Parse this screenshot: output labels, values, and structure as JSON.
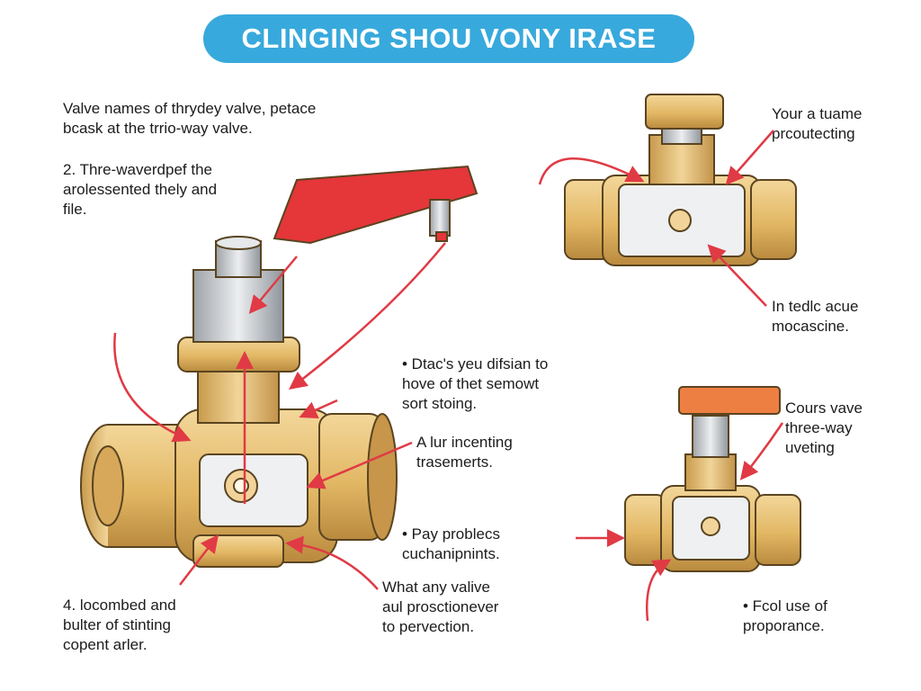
{
  "title": "CLINGING SHOU VONY IRASE",
  "colors": {
    "title_bg": "#38a9dc",
    "brass": "#e7bf72",
    "brass_dark": "#b98a3e",
    "steel": "#c9ccd0",
    "handle_red": "#e5363a",
    "handle_orange": "#ee7f42",
    "arrow": "#e03a45"
  },
  "labels": {
    "intro": "Valve names of thrydey valve, petace\nbcask at the trrio-way valve.",
    "item2": "2. Thre-waverdpef the\narolessented thely and\nfile.",
    "item4": "4. locombed and\nbulter of stinting\ncopent arler.",
    "mid1": "• Dtac's yeu difsian to\nhove of thet semowt\nsort stoing.",
    "mid2": "A lur incenting\ntrasemerts.",
    "mid3": "• Pay problecs\ncuchanipnints.",
    "mid4": "What any valive\naul prosctionever\nto pervection.",
    "tr1": "Your a tuame\nprcoutecting",
    "tr2": "In tedlc acue\nmocascine.",
    "br1": "Cours vave\nthree-way\nuveting",
    "br2": "• Fcol use of\nproporance."
  },
  "icons": [
    "three-way-valve-main-icon",
    "three-way-valve-top-icon",
    "three-way-valve-small-icon"
  ]
}
